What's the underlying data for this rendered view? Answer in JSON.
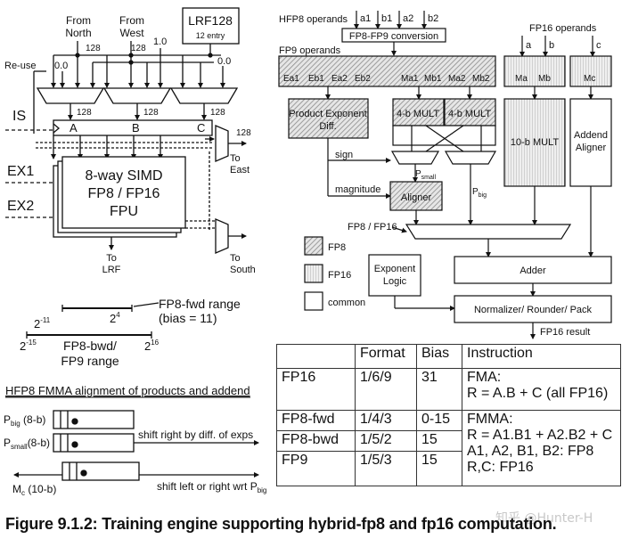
{
  "left": {
    "from_north": [
      "From",
      "North"
    ],
    "from_west": [
      "From",
      "West"
    ],
    "lrf_title": "LRF128",
    "lrf_sub": "12 entry",
    "reuse": "Re-use",
    "val_00a": "0.0",
    "val_00b": "0.0",
    "val_10": "1.0",
    "w128_north": "128",
    "w128_west": "128",
    "w128_mux1": "128",
    "w128_mux2": "128",
    "w128_mux3": "128",
    "w128_east": "128",
    "is_label": "IS",
    "reg_a": "A",
    "reg_b": "B",
    "reg_c": "C",
    "ex1": "EX1",
    "ex2": "EX2",
    "simd": [
      "8-way SIMD",
      "FP8 / FP16",
      "FPU"
    ],
    "to_east": [
      "To",
      "East"
    ],
    "to_south": [
      "To",
      "South"
    ],
    "to_lrf": [
      "To",
      "LRF"
    ],
    "fwd_range": [
      "FP8-fwd range",
      "(bias = 11)"
    ],
    "exp_m11": "2",
    "exp_m11_sup": "-11",
    "exp_4": "2",
    "exp_4_sup": "4",
    "exp_m15": "2",
    "exp_m15_sup": "-15",
    "exp_16": "2",
    "exp_16_sup": "16",
    "bwd_range": [
      "FP8-bwd/",
      "FP9 range"
    ],
    "fmma_title": "HFP8 FMMA alignment of products and addend",
    "pbig": "P",
    "pbig_sub": "big",
    "pbig_bits": " (8-b)",
    "psmall": "P",
    "psmall_sub": "small",
    "psmall_bits": "(8-b)",
    "mc": "M",
    "mc_sub": "c",
    "mc_bits": " (10-b)",
    "shift_right": "shift right by diff. of exps",
    "shift_lr": "shift left or right wrt P",
    "shift_lr_sub": "big"
  },
  "right": {
    "hfp8_ops": "HFP8 operands",
    "hfp8_in": [
      "a1",
      "b1",
      "a2",
      "b2"
    ],
    "conv": "FP8-FP9 conversion",
    "fp9_ops": "FP9 operands",
    "fp9_fields": [
      "Ea1",
      "Eb1",
      "Ea2",
      "Eb2",
      "Ma1",
      "Mb1",
      "Ma2",
      "Mb2"
    ],
    "fp16_ops": "FP16 operands",
    "fp16_in": [
      "a",
      "b",
      "c"
    ],
    "fp16_fields": [
      "Ma",
      "Mb",
      "Mc"
    ],
    "prod_exp": [
      "Product Exponent",
      "Diff."
    ],
    "mult4a": "4-b MULT",
    "mult4b": "4-b MULT",
    "mult10": "10-b MULT",
    "addend_aligner": [
      "Addend",
      "Aligner"
    ],
    "sign": "sign",
    "magnitude": "magnitude",
    "aligner": "Aligner",
    "p_small": "P",
    "p_small_sub": "small",
    "p_big": "P",
    "p_big_sub": "big",
    "fp8_fp16": "FP8 / FP16",
    "legend": [
      "FP8",
      "FP16",
      "common"
    ],
    "exp_logic": [
      "Exponent",
      "Logic"
    ],
    "adder": "Adder",
    "norm": "Normalizer/ Rounder/ Pack",
    "fp16_result": "FP16 result"
  },
  "table": {
    "headers": [
      "",
      "Format",
      "Bias",
      "Instruction"
    ],
    "rows": [
      [
        "FP16",
        "1/6/9",
        "31"
      ],
      [
        "FP8-fwd",
        "1/4/3",
        "0-15"
      ],
      [
        "FP8-bwd",
        "1/5/2",
        "15"
      ],
      [
        "FP9",
        "1/5/3",
        "15"
      ]
    ],
    "instr_fma": [
      "FMA:",
      "R = A.B + C (all FP16)"
    ],
    "instr_fmma": [
      "FMMA:",
      "R = A1.B1 + A2.B2 + C",
      "A1, A2, B1, B2: FP8",
      "R,C: FP16"
    ]
  },
  "caption": "Figure 9.1.2: Training engine supporting hybrid-fp8 and fp16 computation.",
  "watermark": "知乎 @Hunter-H",
  "colors": {
    "fp8_hatch": "#8a8a8a",
    "fp16_hatch": "#b5b5b5",
    "line": "#111111",
    "fill_light": "#f2f2f2"
  }
}
